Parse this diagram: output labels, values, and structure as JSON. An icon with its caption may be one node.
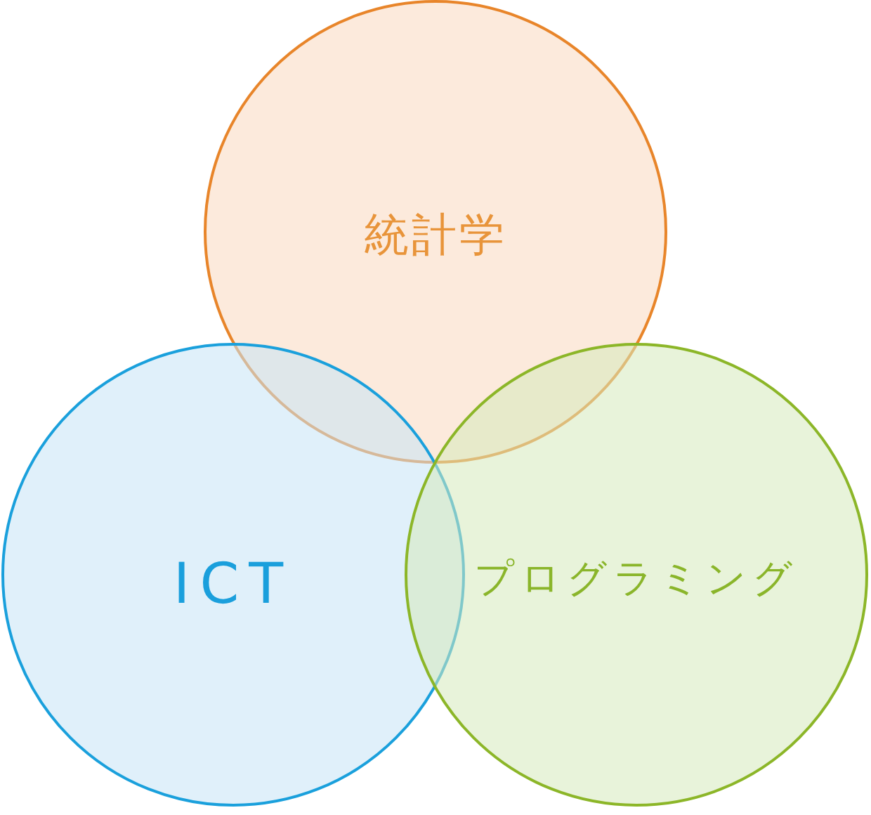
{
  "diagram": {
    "nodes": [
      {
        "text": [
          "統計学"
        ]
      },
      {
        "text": [
          "ICT"
        ]
      },
      {
        "text": [
          "プログラミング"
        ]
      }
    ]
  }
}
